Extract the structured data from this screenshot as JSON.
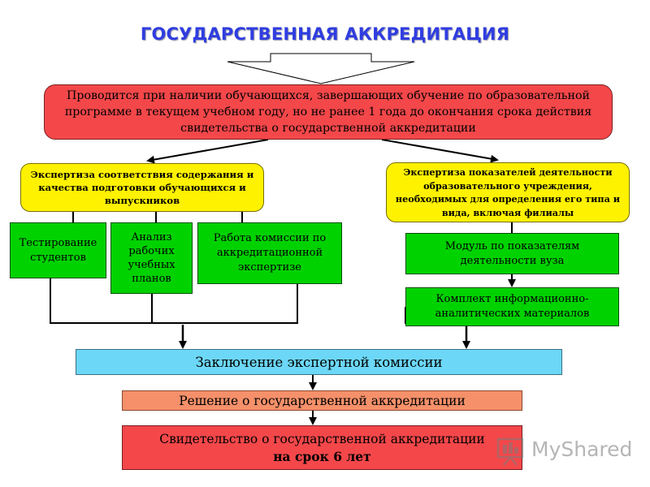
{
  "title": "ГОСУДАРСТВЕННАЯ АККРЕДИТАЦИЯ",
  "top_box": "Проводится при наличии обучающихся, завершающих обучение по образовательной программе в текущем учебном году, но не ранее 1 года до окончания срока действия свидетельства о государственной аккредитации",
  "left_expertise": "Экспертиза соответствия содержания и качества подготовки обучающихся и выпускников",
  "right_expertise": "Экспертиза показателей деятельности образовательного учреждения, необходимых для определения его типа и вида, включая филиалы",
  "testing": "Тестирование студентов",
  "analysis": "Анализ рабочих учебных планов",
  "commission_work": "Работа комиссии по аккредитационной экспертизе",
  "module": "Модуль по показателям деятельности вуза",
  "kit": "Комплект информационно-аналитических материалов",
  "conclusion": "Заключение экспертной комиссии",
  "decision": "Решение о государственной аккредитации",
  "certificate_line1": "Свидетельство о государственной аккредитации",
  "certificate_line2": "на срок 6 лет",
  "watermark": "MyShared",
  "colors": {
    "title": "#2f3de0",
    "red": "#f4474a",
    "yellow": "#fff200",
    "green": "#00d200",
    "cyan": "#6cd7f7",
    "salmon": "#f5906a"
  }
}
